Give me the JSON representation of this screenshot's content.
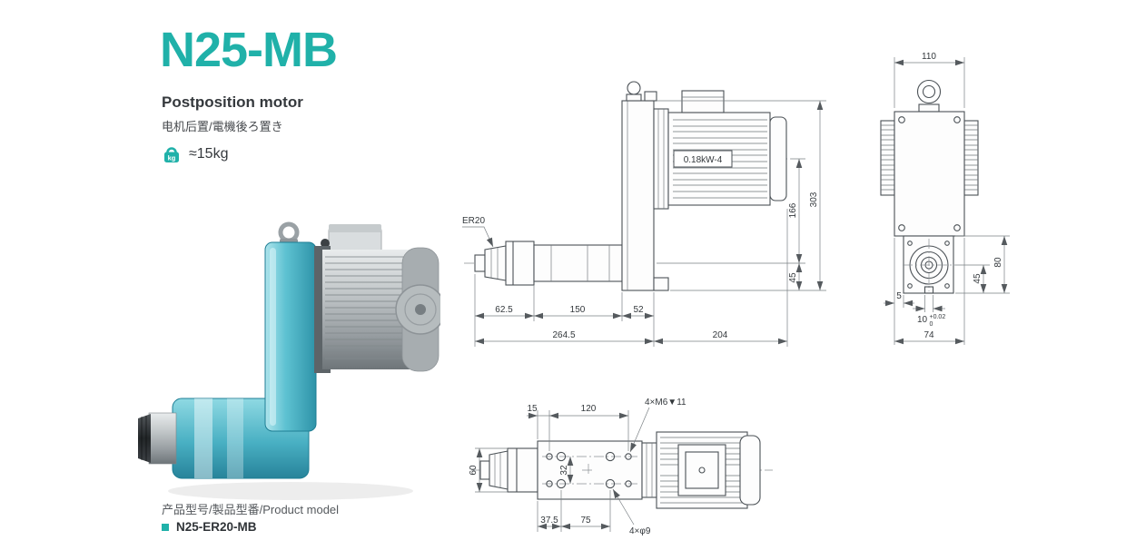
{
  "header": {
    "title": "N25-MB",
    "subtitle": "Postposition motor",
    "subtitle_cjk": "电机后置/電機後ろ置き",
    "weight_badge": "kg",
    "weight": "≈15kg"
  },
  "model": {
    "label": "产品型号/製品型番/Product model",
    "value": "N25-ER20-MB"
  },
  "colors": {
    "accent": "#20B1A9",
    "product_body": "#5ec2d2",
    "drawing_line": "#4b5156"
  },
  "side_view": {
    "collet_label": "ER20",
    "motor_label": "0.18kW-4",
    "dim_166": "166",
    "dim_303": "303",
    "dim_45": "45",
    "dim_62_5": "62.5",
    "dim_150": "150",
    "dim_52": "52",
    "dim_264_5": "264.5",
    "dim_204": "204"
  },
  "front_view": {
    "dim_110": "110",
    "dim_45": "45",
    "dim_80": "80",
    "dim_5": "5",
    "dim_10": "10",
    "dim_10_tol_upper": "+0.02",
    "dim_10_tol_lower": "0",
    "dim_74": "74"
  },
  "top_view": {
    "dim_60": "60",
    "dim_15": "15",
    "dim_120": "120",
    "holes_label_top": "4×M6▼11",
    "dim_32": "32",
    "dim_37_5": "37.5",
    "dim_75": "75",
    "holes_label_bottom": "4×φ9"
  }
}
